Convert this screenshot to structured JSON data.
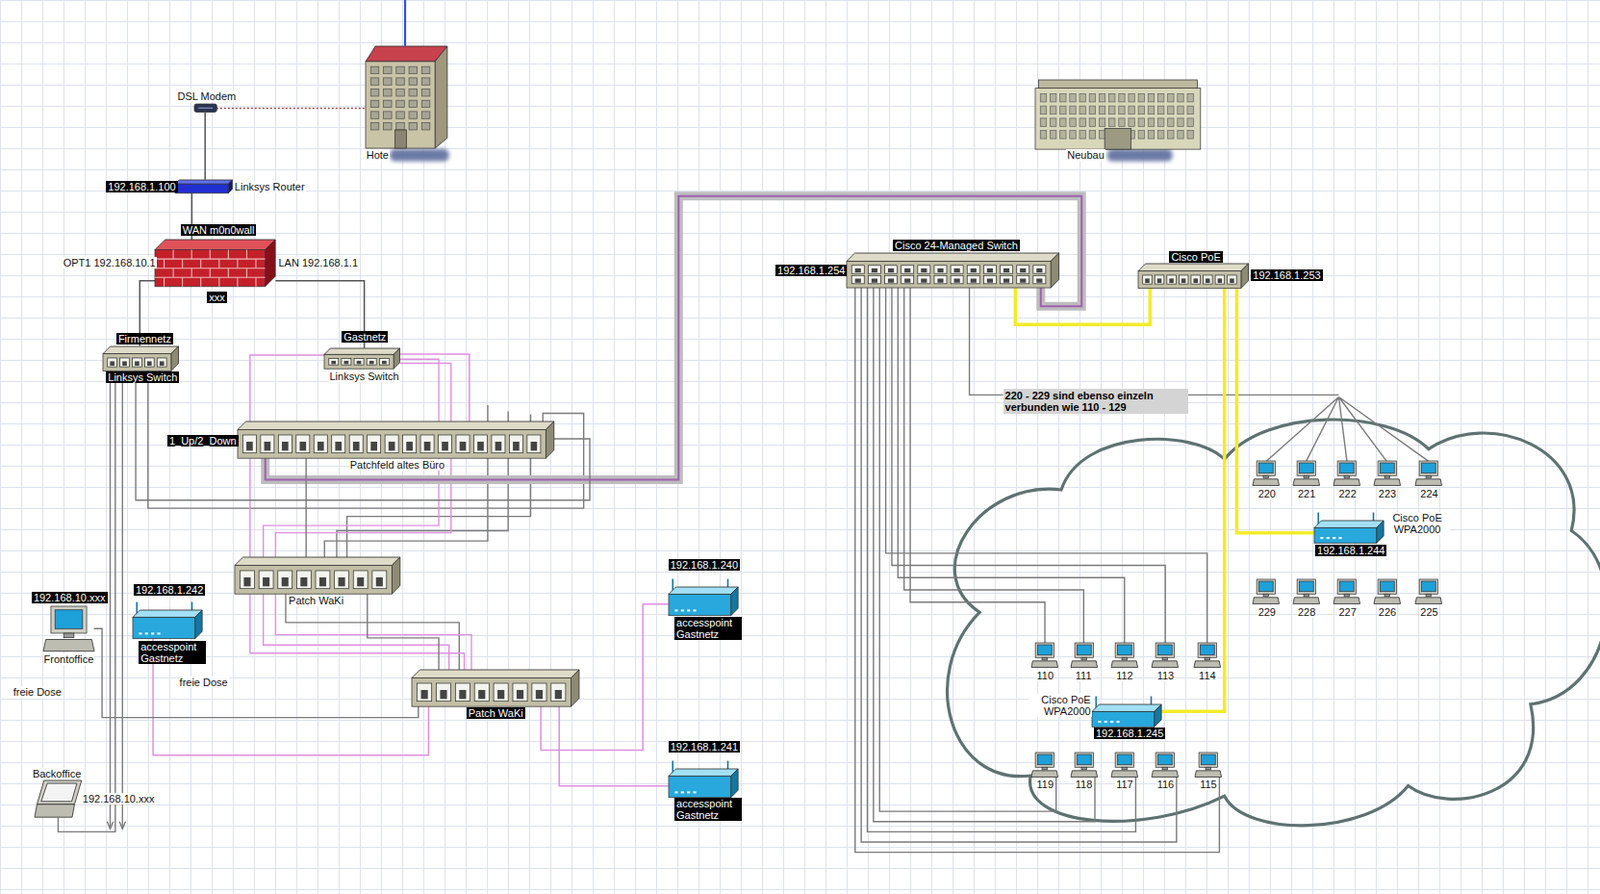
{
  "diagram": {
    "nodes": [
      {
        "text": [
          "DSL Modem"
        ]
      },
      {
        "text": [
          "Hote"
        ]
      },
      {
        "text": [
          "192.168.1.100",
          "Linksys Router"
        ]
      },
      {
        "text": [
          "WAN m0n0wall",
          "OPT1 192.168.10.1",
          "LAN 192.168.1.1",
          "xxx"
        ]
      },
      {
        "text": [
          "Firmennetz",
          "Linksys Switch"
        ]
      },
      {
        "text": [
          "Gastnetz",
          "Linksys Switch"
        ]
      },
      {
        "text": [
          "1_Up/2_Down",
          "Patchfeld altes Büro"
        ]
      },
      {
        "text": [
          "Patch WaKi"
        ]
      },
      {
        "text": [
          "Patch WaKi"
        ]
      },
      {
        "text": [
          "192.168.10.xxx",
          "Frontoffice"
        ]
      },
      {
        "text": [
          "192.168.1.242",
          "accesspoint Gastnetz"
        ]
      },
      {
        "text": [
          "Backoffice",
          "192.168.10.xxx"
        ]
      },
      {
        "text": [
          "192.168.1.240",
          "accesspoint Gastnetz"
        ]
      },
      {
        "text": [
          "192.168.1.241",
          "accesspoint Gastnetz"
        ]
      },
      {
        "text": [
          "Neubau"
        ]
      },
      {
        "text": [
          "Cisco 24-Managed Switch",
          "192.168.1.254"
        ]
      },
      {
        "text": [
          "Cisco PoE",
          "192.168.1.253"
        ]
      },
      {
        "text": [
          "Cisco PoE WPA2000",
          "192.168.1.244"
        ]
      },
      {
        "text": [
          "Cisco PoE WPA2000",
          "192.168.1.245"
        ]
      },
      {
        "text": [
          "220"
        ]
      },
      {
        "text": [
          "221"
        ]
      },
      {
        "text": [
          "222"
        ]
      },
      {
        "text": [
          "223"
        ]
      },
      {
        "text": [
          "224"
        ]
      },
      {
        "text": [
          "229"
        ]
      },
      {
        "text": [
          "228"
        ]
      },
      {
        "text": [
          "227"
        ]
      },
      {
        "text": [
          "226"
        ]
      },
      {
        "text": [
          "225"
        ]
      },
      {
        "text": [
          "110"
        ]
      },
      {
        "text": [
          "111"
        ]
      },
      {
        "text": [
          "112"
        ]
      },
      {
        "text": [
          "113"
        ]
      },
      {
        "text": [
          "114"
        ]
      },
      {
        "text": [
          "119"
        ]
      },
      {
        "text": [
          "118"
        ]
      },
      {
        "text": [
          "117"
        ]
      },
      {
        "text": [
          "116"
        ]
      },
      {
        "text": [
          "115"
        ]
      }
    ],
    "edges": [
      {
        "from": 0,
        "to": 1,
        "arrow": "none"
      },
      {
        "from": 0,
        "to": 2,
        "arrow": "none"
      },
      {
        "from": 2,
        "to": 3,
        "arrow": "none"
      },
      {
        "from": 3,
        "to": 4,
        "arrow": "none"
      },
      {
        "from": 3,
        "to": 5,
        "arrow": "none"
      },
      {
        "from": 4,
        "to": 6,
        "arrow": "none"
      },
      {
        "from": 5,
        "to": 6,
        "arrow": "none"
      },
      {
        "from": 6,
        "to": 7,
        "arrow": "none"
      },
      {
        "from": 7,
        "to": 8,
        "arrow": "none"
      },
      {
        "from": 6,
        "to": 15,
        "arrow": "none"
      },
      {
        "from": 8,
        "to": 12,
        "arrow": "none"
      },
      {
        "from": 8,
        "to": 13,
        "arrow": "none"
      },
      {
        "from": 10,
        "to": 8,
        "arrow": "none"
      },
      {
        "from": 9,
        "to": 8,
        "arrow": "none"
      },
      {
        "from": 11,
        "to": 4,
        "arrow": "none"
      },
      {
        "from": 15,
        "to": 16,
        "arrow": "none"
      },
      {
        "from": 16,
        "to": 17,
        "arrow": "none"
      },
      {
        "from": 16,
        "to": 18,
        "arrow": "none"
      },
      {
        "from": 15,
        "to": 29,
        "arrow": "none"
      },
      {
        "from": 15,
        "to": 30,
        "arrow": "none"
      },
      {
        "from": 15,
        "to": 31,
        "arrow": "none"
      },
      {
        "from": 15,
        "to": 32,
        "arrow": "none"
      },
      {
        "from": 15,
        "to": 33,
        "arrow": "none"
      },
      {
        "from": 15,
        "to": 34,
        "arrow": "none"
      },
      {
        "from": 15,
        "to": 35,
        "arrow": "none"
      },
      {
        "from": 15,
        "to": 36,
        "arrow": "none"
      },
      {
        "from": 15,
        "to": 37,
        "arrow": "none"
      },
      {
        "from": 15,
        "to": 38,
        "arrow": "none"
      }
    ],
    "labels": [
      "freie Dose",
      "freie Dose",
      "220 - 229 sind ebenso einzeln verbunden wie 110 - 129"
    ]
  }
}
